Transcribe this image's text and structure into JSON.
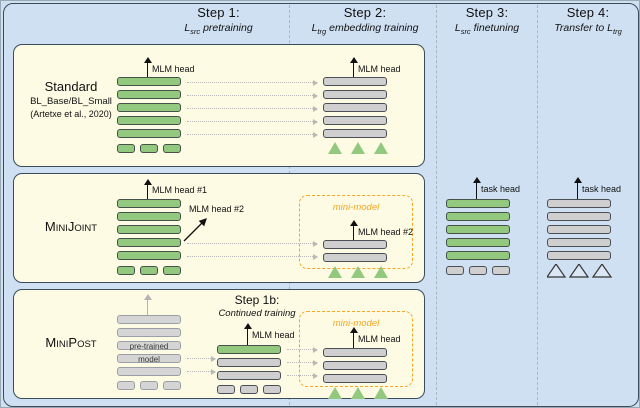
{
  "figure": {
    "type": "diagram",
    "title": "Training pipelines for cross-lingual transfer (Standard, MiniJoint, MiniPost)",
    "background_color": "#cfe0f2",
    "panel_color": "#fdfbe4",
    "green_color": "#93c97e",
    "grey_color": "#cfcfcf",
    "mini_model_color": "#f5a623"
  },
  "columns": [
    {
      "id": "step1",
      "title": "Step 1:",
      "subtitle_pre": "L",
      "subtitle_sub": "src",
      "subtitle_post": " pretraining"
    },
    {
      "id": "step2",
      "title": "Step 2:",
      "subtitle_pre": "L",
      "subtitle_sub": "trg",
      "subtitle_post": " embedding training"
    },
    {
      "id": "step3",
      "title": "Step 3:",
      "subtitle_pre": "L",
      "subtitle_sub": "src",
      "subtitle_post": " finetuning"
    },
    {
      "id": "step4",
      "title": "Step 4:",
      "subtitle_pre": "Transfer to L",
      "subtitle_sub": "trg",
      "subtitle_post": ""
    }
  ],
  "rows": [
    {
      "id": "standard",
      "label_line1": "Standard",
      "label_line2": "BL_Base/BL_Small",
      "label_line3": "(Artetxe et al., 2020)"
    },
    {
      "id": "minijoint",
      "label_line1_a": "M",
      "label_line1_b": "INI",
      "label_line1_c": "J",
      "label_line1_d": "OINT"
    },
    {
      "id": "minipost",
      "label_line1_a": "M",
      "label_line1_b": "INI",
      "label_line1_c": "P",
      "label_line1_d": "OST"
    }
  ],
  "labels": {
    "mlm_head": "MLM head",
    "mlm_head_1": "MLM head #1",
    "mlm_head_2": "MLM head #2",
    "task_head": "task head",
    "mini_model": "mini-model",
    "pre_trained": "pre-trained",
    "model": "model",
    "step1b_title": "Step 1b:",
    "step1b_subtitle": "Continued training"
  }
}
